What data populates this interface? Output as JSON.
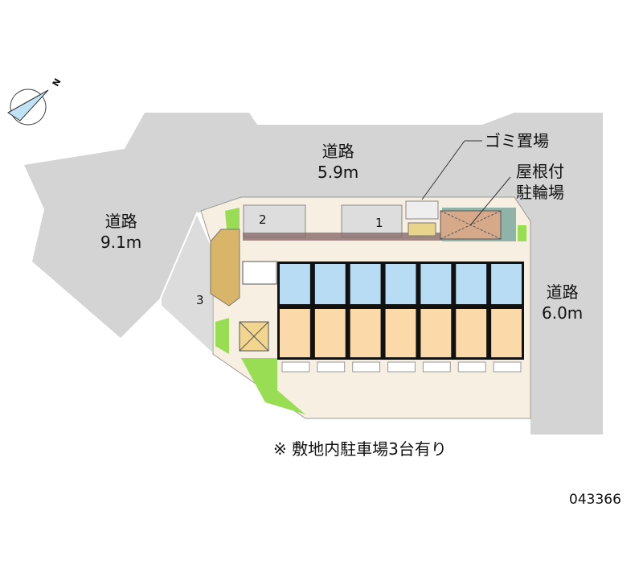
{
  "roads": {
    "north": {
      "name": "道路",
      "width": "5.9m"
    },
    "west": {
      "name": "道路",
      "width": "9.1m"
    },
    "east": {
      "name": "道路",
      "width": "6.0m"
    }
  },
  "facilities": {
    "garbage": "ゴミ置場",
    "bicycle_line1": "屋根付",
    "bicycle_line2": "駐輪場"
  },
  "parking_numbers": [
    "1",
    "2",
    "3"
  ],
  "note": "※ 敷地内駐車場3台有り",
  "property_code": "043366",
  "compass": {
    "label": "N",
    "icon": "north-arrow-icon"
  },
  "colors": {
    "road": "#d4d4d4",
    "site": "#f7efe2",
    "unit_room": "#fcd9a8",
    "unit_wet": "#b9dcf5",
    "green": "#99dd55",
    "brick": "#d9b56a",
    "roof_bike": "#d6a98a",
    "walkway": "#8a6b6b"
  },
  "unit_count": 7
}
